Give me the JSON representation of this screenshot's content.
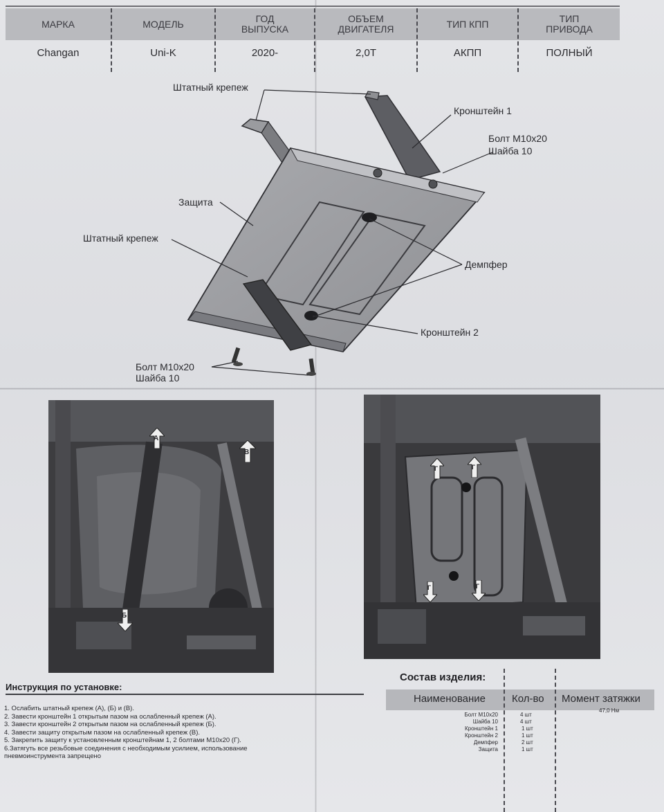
{
  "spec_table": {
    "headers": [
      "МАРКА",
      "МОДЕЛЬ",
      "ГОД\nВЫПУСКА",
      "ОБЪЕМ\nДВИГАТЕЛЯ",
      "ТИП КПП",
      "ТИП\nПРИВОДА"
    ],
    "values": [
      "Changan",
      "Uni-K",
      "2020-",
      "2,0T",
      "АКПП",
      "ПОЛНЫЙ"
    ]
  },
  "diagram": {
    "labels": {
      "standard_mount_top": "Штатный крепеж",
      "bracket_1": "Кронштейн 1",
      "bolt_top_line1": "Болт М10х20",
      "bolt_top_line2": "Шайба 10",
      "guard": "Защита",
      "standard_mount_mid": "Штатный крепеж",
      "damper": "Демпфер",
      "bracket_2": "Кронштейн 2",
      "bolt_bottom_line1": "Болт М10х20",
      "bolt_bottom_line2": "Шайба 10"
    }
  },
  "photos": {
    "left_markers": [
      "А",
      "В",
      "Б"
    ],
    "right_markers": [
      "Г",
      "Г",
      "Г",
      "Г"
    ]
  },
  "instructions": {
    "title": "Инструкция по установке:",
    "steps": [
      "1. Ослабить штатный крепеж (А), (Б) и (В).",
      "2. Завести кронштейн 1 открытым пазом на ослабленный крепеж (А).",
      "3. Завести кронштейн 2 открытым пазом на ослабленный крепеж (Б).",
      "4. Завести защиту открытым пазом на ослабленный крепеж (В).",
      "5. Закрепить защиту к установленным кронштейнам 1, 2 болтами М10х20 (Г).",
      "6.Затягуть все резьбовые соединения с необходимым усилием, использование",
      "пневмоинструмента запрещено"
    ]
  },
  "composition": {
    "title": "Состав изделия:",
    "headers": {
      "name": "Наименование",
      "qty": "Кол-во",
      "torque": "Момент затяжки"
    },
    "rows": [
      {
        "name": "Болт М10х20",
        "qty": "4 шт",
        "torque": "47,0 Нм"
      },
      {
        "name": "Шайба 10",
        "qty": "4 шт",
        "torque": ""
      },
      {
        "name": "Кронштейн 1",
        "qty": "1 шт",
        "torque": ""
      },
      {
        "name": "Кронштейн 2",
        "qty": "1 шт",
        "torque": ""
      },
      {
        "name": "Демпфер",
        "qty": "2 шт",
        "torque": ""
      },
      {
        "name": "Защита",
        "qty": "1 шт",
        "torque": ""
      }
    ]
  }
}
